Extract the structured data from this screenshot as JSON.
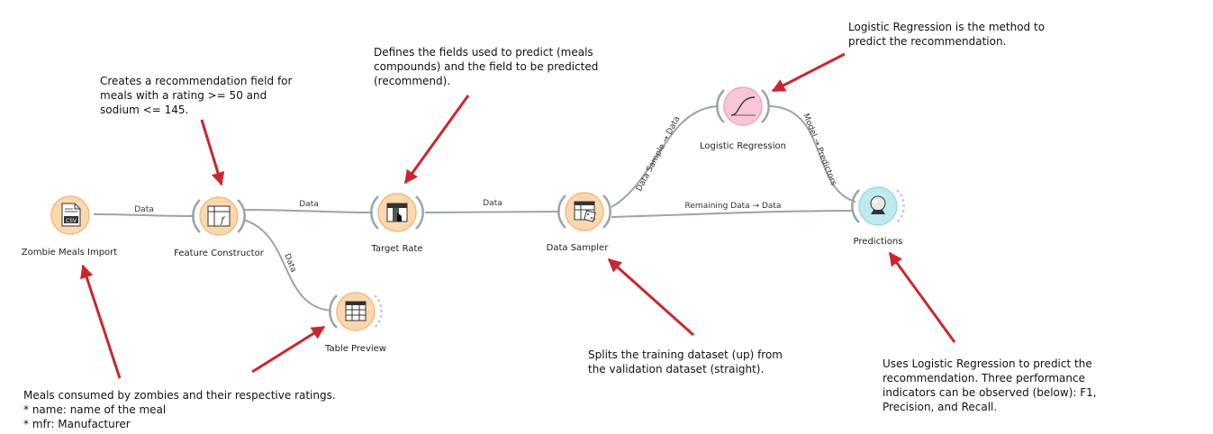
{
  "colors": {
    "node_fill": "#fbd8b0",
    "node_border": "#f5b97c",
    "model_fill": "#f9c6d5",
    "predict_fill": "#bfe9ed",
    "link": "#9aa3ab",
    "arrow": "#c8282d"
  },
  "nodes": {
    "import": {
      "label": "Zombie Meals Import",
      "icon": "csv-file-icon"
    },
    "feature": {
      "label": "Feature Constructor",
      "icon": "function-icon"
    },
    "target": {
      "label": "Target Rate",
      "icon": "select-columns-icon"
    },
    "table": {
      "label": "Table Preview",
      "icon": "table-icon"
    },
    "sampler": {
      "label": "Data Sampler",
      "icon": "dice-table-icon"
    },
    "logreg": {
      "label": "Logistic Regression",
      "icon": "sigmoid-curve-icon"
    },
    "predictions": {
      "label": "Predictions",
      "icon": "crystal-ball-icon"
    }
  },
  "links": {
    "import_feature": "Data",
    "feature_target": "Data",
    "feature_table": "Data",
    "target_sampler": "Data",
    "sampler_logreg": "Data Sample → Data",
    "sampler_predictions": "Remaining Data → Data",
    "logreg_predictions": "Model → Predictors"
  },
  "annotations": {
    "feature": [
      "Creates a recommendation field for",
      "meals with a rating >= 50 and",
      "sodium <= 145."
    ],
    "target": [
      "Defines the fields used to predict (meals",
      "compounds) and the field to be predicted",
      "(recommend)."
    ],
    "logreg": [
      "Logistic Regression is the method to",
      "predict the recommendation."
    ],
    "import": [
      "Meals consumed by zombies and their respective ratings.",
      "* name: name of the meal",
      "* mfr: Manufacturer"
    ],
    "sampler": [
      "Splits the training dataset (up) from",
      "the validation dataset (straight)."
    ],
    "predictions": [
      "Uses Logistic Regression to predict the",
      "recommendation. Three performance",
      "indicators can be observed (below): F1,",
      "Precision, and Recall."
    ]
  }
}
